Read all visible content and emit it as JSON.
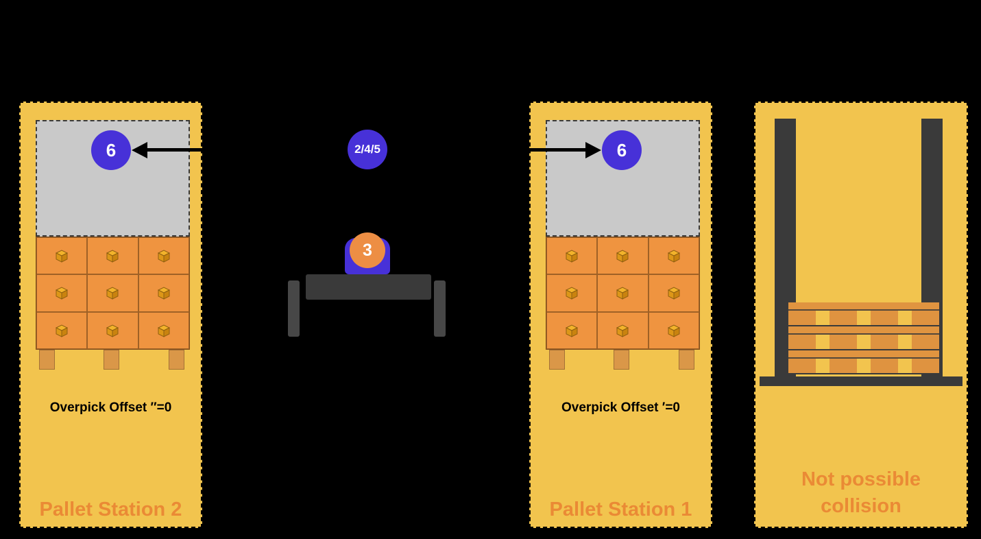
{
  "colors": {
    "background": "#000000",
    "panel_yellow": "#F2C44E",
    "zone_gray": "#C9C9C9",
    "carton_orange": "#EF9440",
    "pallet_tan": "#DA9748",
    "badge_blue": "#4731D8",
    "badge_orange": "#ED8E44",
    "robot_gray": "#3A3A3A",
    "accent_text_orange": "#EA8A35"
  },
  "station2": {
    "title": "Pallet Station 2",
    "offset_label": "Overpick Offset ″=0",
    "badge": "6"
  },
  "station1": {
    "title": "Pallet Station 1",
    "offset_label": "Overpick Offset ′=0",
    "badge": "6"
  },
  "robot": {
    "path_badge": "2/4/5",
    "gripper_badge": "3"
  },
  "collision": {
    "label": "Not possible collision"
  }
}
